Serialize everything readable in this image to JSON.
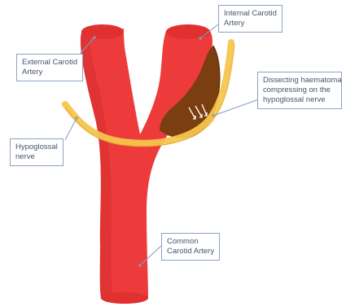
{
  "colors": {
    "artery": "#ed3b3b",
    "artery_dark": "#d82b2b",
    "artery_top": "#e0302f",
    "nerve": "#f6c54c",
    "nerve_edge": "#e3a92a",
    "haematoma": "#7a3e10",
    "leader": "#7f9cc6"
  },
  "labels": {
    "internal_carotid": {
      "line1": "Internal Carotid",
      "line2": "Artery"
    },
    "external_carotid": {
      "line1": "External Carotid",
      "line2": "Artery"
    },
    "dissecting_haematoma": {
      "line1": "Dissecting haematoma",
      "line2": "compressing on the",
      "line3": "hypoglossal nerve"
    },
    "hypoglossal_nerve": {
      "line1": "Hypoglossal",
      "line2": "nerve"
    },
    "common_carotid": {
      "line1": "Common",
      "line2": "Carotid Artery"
    }
  }
}
